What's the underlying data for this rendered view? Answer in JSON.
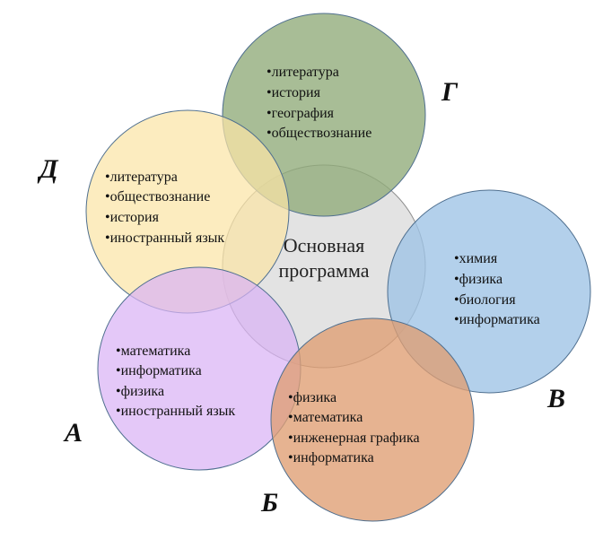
{
  "center": {
    "lines": [
      "Основная",
      "программа"
    ],
    "color": "#d9d9d9"
  },
  "groups": [
    {
      "letter": "Г",
      "color": "#8faa78",
      "items": [
        "•литература",
        "•история",
        "•география",
        "•обществознание"
      ]
    },
    {
      "letter": "Д",
      "color": "#fbe5a6",
      "items": [
        "•литература",
        "•обществознание",
        "•история",
        "•иностранный язык"
      ]
    },
    {
      "letter": "В",
      "color": "#9dc3e6",
      "items": [
        "•химия",
        "•физика",
        "•биология",
        "•информатика"
      ]
    },
    {
      "letter": "А",
      "color": "#d9b3f5",
      "items": [
        "•математика",
        "•информатика",
        "•физика",
        "•иностранный язык"
      ]
    },
    {
      "letter": "Б",
      "color": "#df9d72",
      "items": [
        "•физика",
        "•математика",
        "•инженерная графика",
        "•информатика"
      ]
    }
  ]
}
